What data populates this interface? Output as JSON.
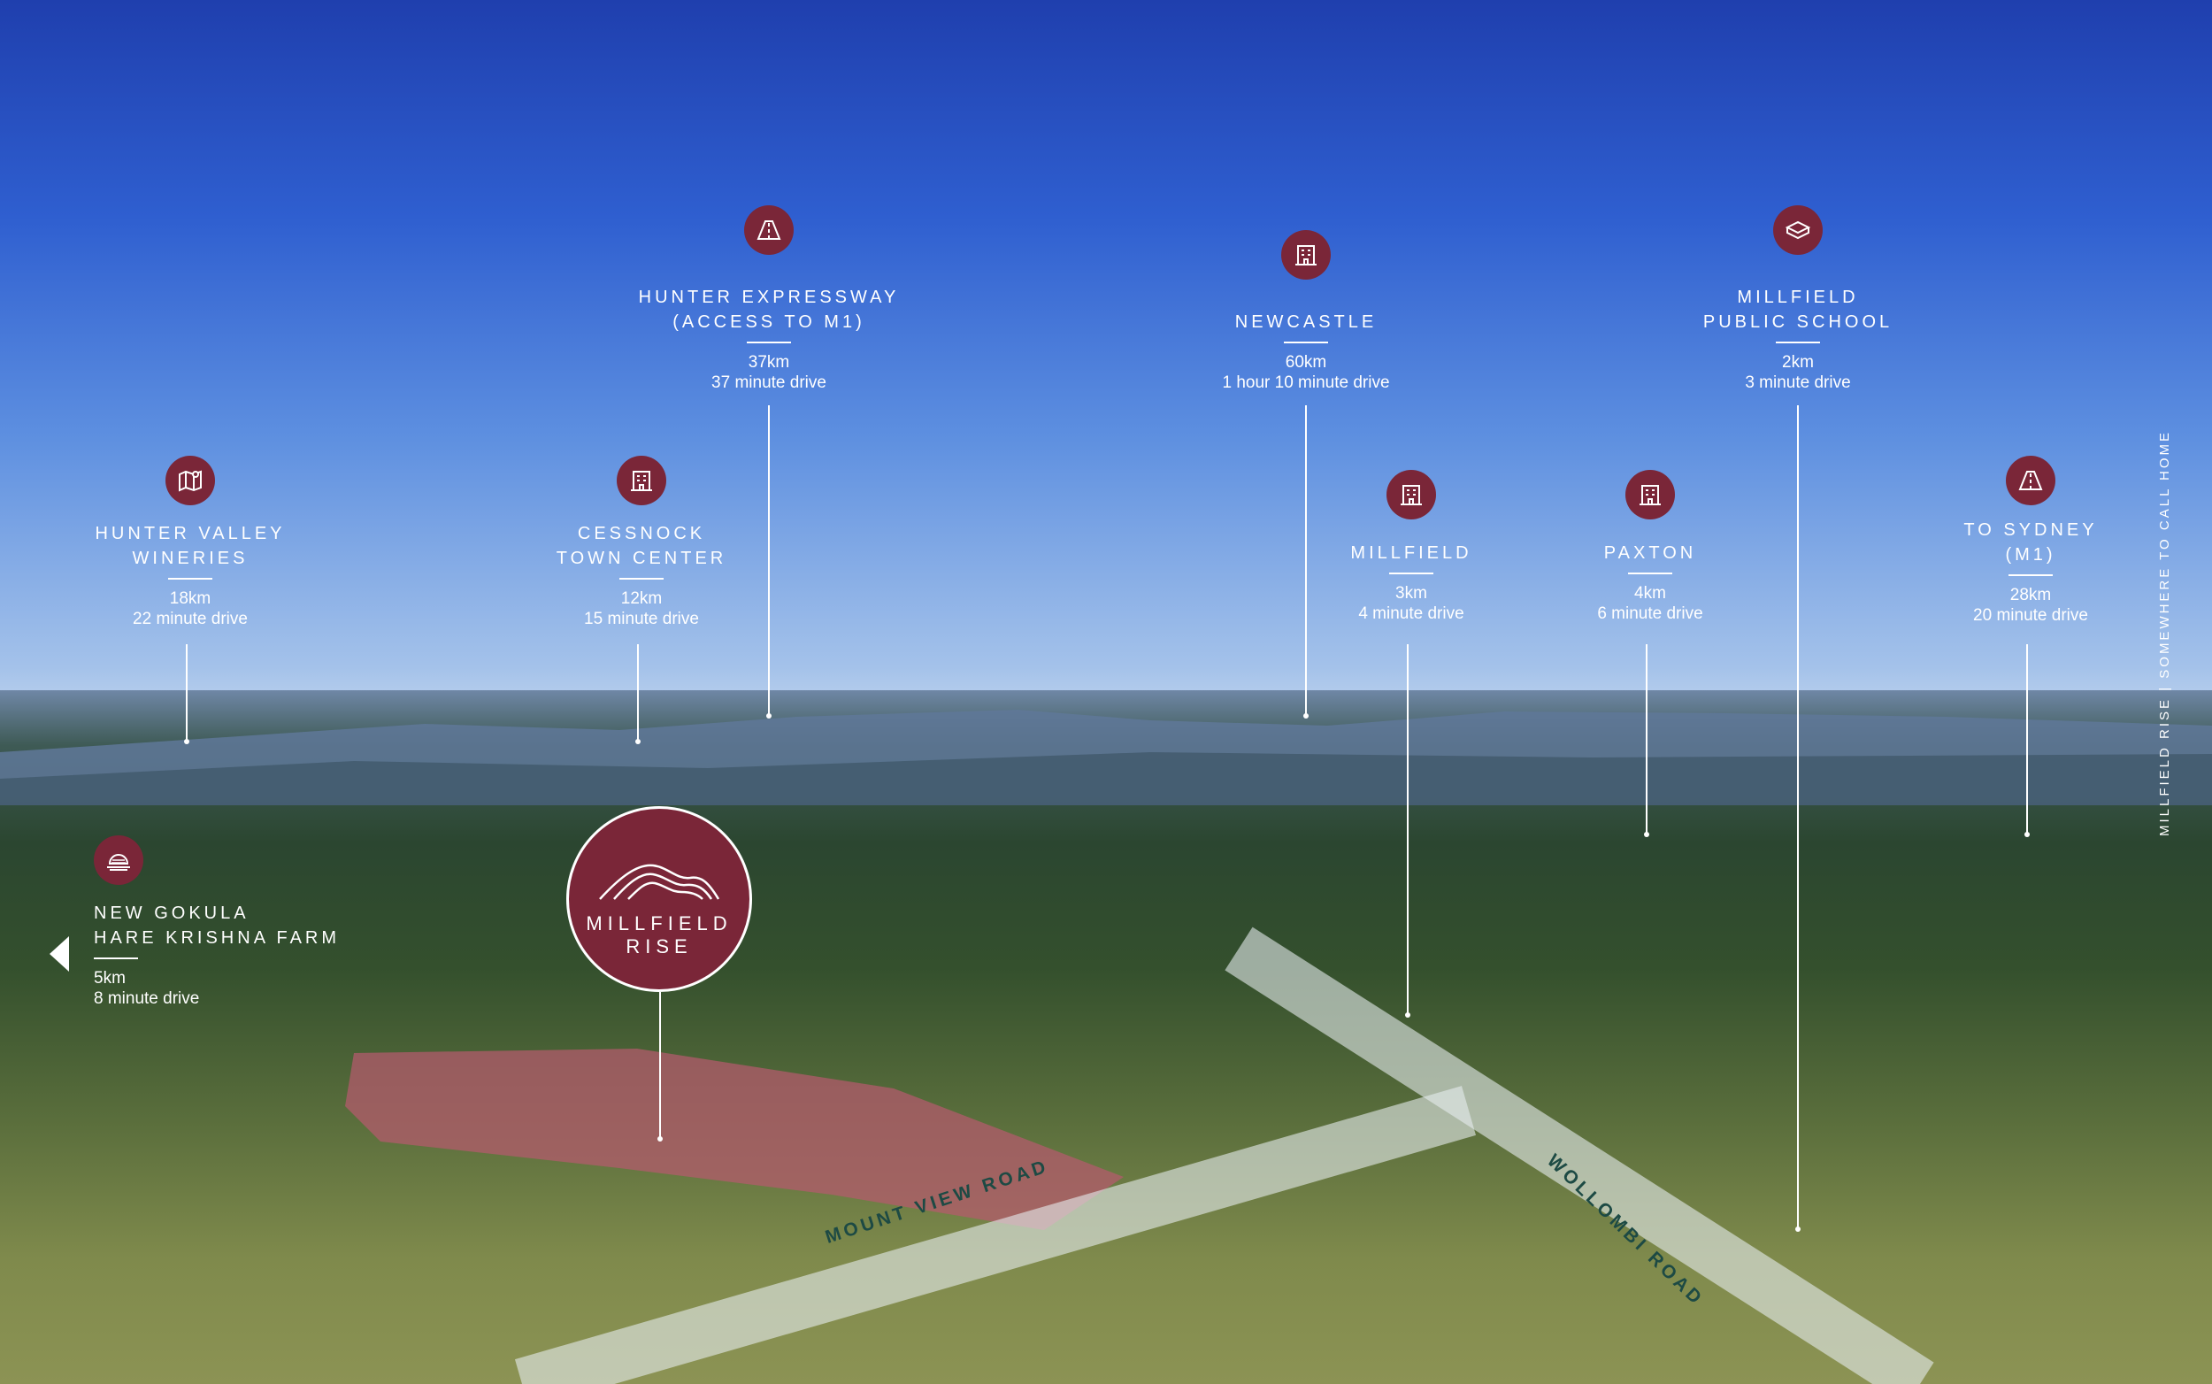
{
  "colors": {
    "accent": "#7a2638",
    "text": "#ffffff",
    "road_label": "#1d4a44"
  },
  "side_caption": "MILLFIELD RISE | SOMEWHERE TO CALL HOME",
  "development": {
    "line1": "MILLFIELD",
    "line2": "RISE"
  },
  "roads": {
    "mount_view": "MOUNT VIEW ROAD",
    "wollombi": "WOLLOMBI ROAD"
  },
  "locations": [
    {
      "icon": "road-icon",
      "name1": "HUNTER EXPRESSWAY",
      "name2": "(ACCESS TO M1)",
      "distance": "37km",
      "drive": "37 minute drive"
    },
    {
      "icon": "building-icon",
      "name1": "NEWCASTLE",
      "name2": "",
      "distance": "60km",
      "drive": "1 hour 10 minute drive"
    },
    {
      "icon": "school-icon",
      "name1": "MILLFIELD",
      "name2": "PUBLIC SCHOOL",
      "distance": "2km",
      "drive": "3 minute drive"
    },
    {
      "icon": "map-icon",
      "name1": "HUNTER VALLEY",
      "name2": "WINERIES",
      "distance": "18km",
      "drive": "22 minute drive"
    },
    {
      "icon": "building-icon",
      "name1": "CESSNOCK",
      "name2": "TOWN CENTER",
      "distance": "12km",
      "drive": "15 minute drive"
    },
    {
      "icon": "building-icon",
      "name1": "MILLFIELD",
      "name2": "",
      "distance": "3km",
      "drive": "4 minute drive"
    },
    {
      "icon": "building-icon",
      "name1": "PAXTON",
      "name2": "",
      "distance": "4km",
      "drive": "6 minute drive"
    },
    {
      "icon": "road-icon",
      "name1": "TO SYDNEY",
      "name2": "(M1)",
      "distance": "28km",
      "drive": "20 minute drive"
    },
    {
      "icon": "sunrise-icon",
      "name1": "NEW GOKULA",
      "name2": "HARE KRISHNA FARM",
      "distance": "5km",
      "drive": "8 minute drive"
    }
  ]
}
